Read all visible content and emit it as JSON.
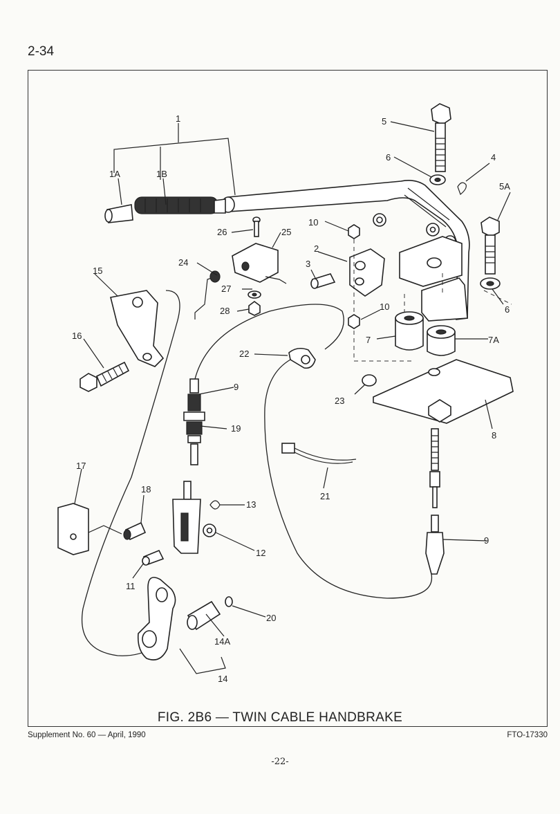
{
  "page": {
    "number": "2-34",
    "folio": "-22-"
  },
  "figure": {
    "caption": "FIG. 2B6 — TWIN CABLE HANDBRAKE"
  },
  "footer": {
    "supplement": "Supplement No. 60 — April, 1990",
    "code": "FTO-17330"
  },
  "callouts": {
    "c1": "1",
    "c1A": "1A",
    "c1B": "1B",
    "c2": "2",
    "c3": "3",
    "c4": "4",
    "c5": "5",
    "c5A": "5A",
    "c6a": "6",
    "c6b": "6",
    "c7": "7",
    "c7A": "7A",
    "c8": "8",
    "c9a": "9",
    "c9b": "9",
    "c10a": "10",
    "c10b": "10",
    "c11": "11",
    "c12": "12",
    "c13": "13",
    "c14": "14",
    "c14A": "14A",
    "c15": "15",
    "c16": "16",
    "c17": "17",
    "c18": "18",
    "c19": "19",
    "c20": "20",
    "c21": "21",
    "c22": "22",
    "c23": "23",
    "c24": "24",
    "c25": "25",
    "c26": "26",
    "c27": "27",
    "c28": "28"
  }
}
